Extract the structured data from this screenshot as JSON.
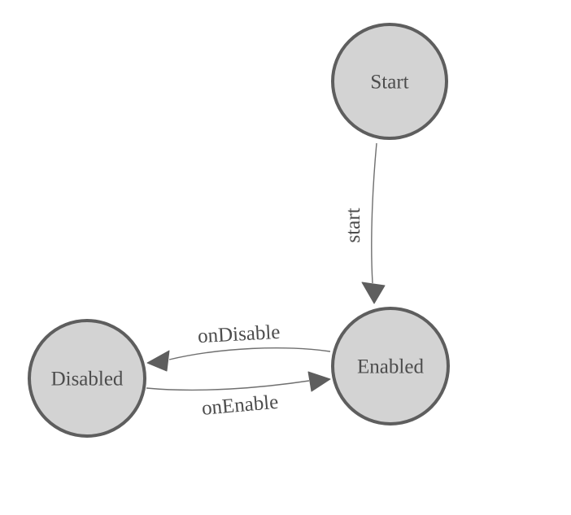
{
  "diagram": {
    "title": "state-machine-diagram",
    "colors": {
      "background": "#ffffff",
      "node_fill": "#d3d3d3",
      "node_stroke": "#5e5e5e",
      "edge_line": "#6f6f6f",
      "arrowhead": "#5e5e5e",
      "label_text": "#4c4c4c"
    },
    "nodes": [
      {
        "id": "start",
        "label": "Start"
      },
      {
        "id": "enabled",
        "label": "Enabled"
      },
      {
        "id": "disabled",
        "label": "Disabled"
      }
    ],
    "edges": [
      {
        "from": "start",
        "to": "enabled",
        "label": "start"
      },
      {
        "from": "enabled",
        "to": "disabled",
        "label": "onDisable"
      },
      {
        "from": "disabled",
        "to": "enabled",
        "label": "onEnable"
      }
    ]
  }
}
